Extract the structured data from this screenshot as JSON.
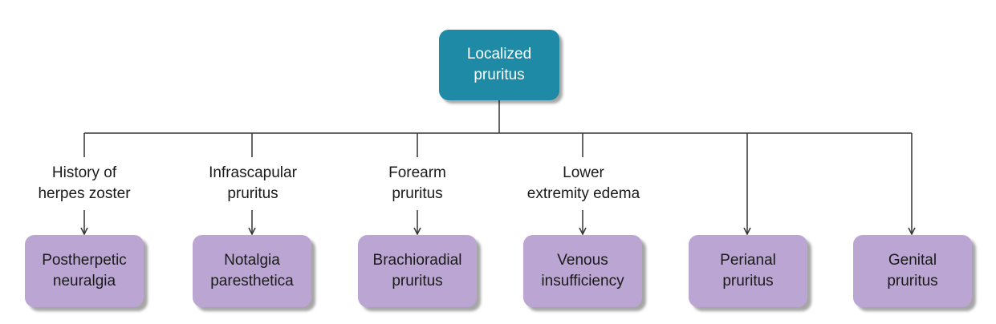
{
  "root": {
    "label": "Localized\npruritus",
    "color": "#1e8aa6"
  },
  "branches": [
    {
      "condition": "History of\nherpes zoster",
      "outcome": "Postherpetic\nneuralgia"
    },
    {
      "condition": "Infrascapular\npruritus",
      "outcome": "Notalgia\nparesthetica"
    },
    {
      "condition": "Forearm\npruritus",
      "outcome": "Brachioradial\npruritus"
    },
    {
      "condition": "Lower\nextremity edema",
      "outcome": "Venous\ninsufficiency"
    },
    {
      "condition": "",
      "outcome": "Perianal\npruritus"
    },
    {
      "condition": "",
      "outcome": "Genital\npruritus"
    }
  ],
  "colors": {
    "root_box": "#1e8aa6",
    "leaf_box": "#bba6d3",
    "connector": "#333333"
  }
}
